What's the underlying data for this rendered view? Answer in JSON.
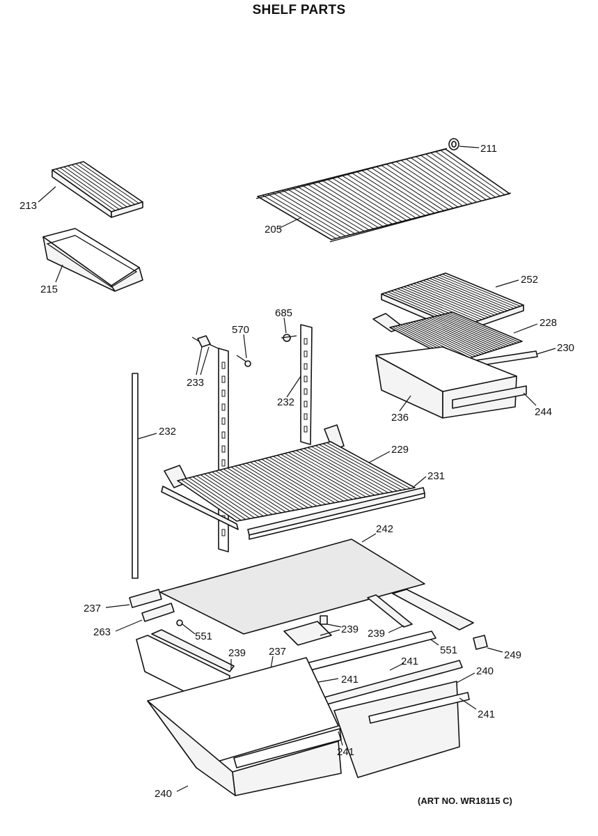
{
  "header": {
    "title": "SHELF PARTS"
  },
  "footer": {
    "art_no": "(ART NO. WR18115 C)"
  },
  "callouts": {
    "c211": "211",
    "c213": "213",
    "c205": "205",
    "c215": "215",
    "c252": "252",
    "c685": "685",
    "c570": "570",
    "c228": "228",
    "c230": "230",
    "c233": "233",
    "c232a": "232",
    "c236": "236",
    "c244": "244",
    "c232b": "232",
    "c229": "229",
    "c231": "231",
    "c242": "242",
    "c237a": "237",
    "c263": "263",
    "c551a": "551",
    "c239a": "239",
    "c239b": "239",
    "c239c": "239",
    "c237b": "237",
    "c551b": "551",
    "c249": "249",
    "c241a": "241",
    "c241b": "241",
    "c240a": "240",
    "c241c": "241",
    "c241d": "241",
    "c240b": "240"
  }
}
